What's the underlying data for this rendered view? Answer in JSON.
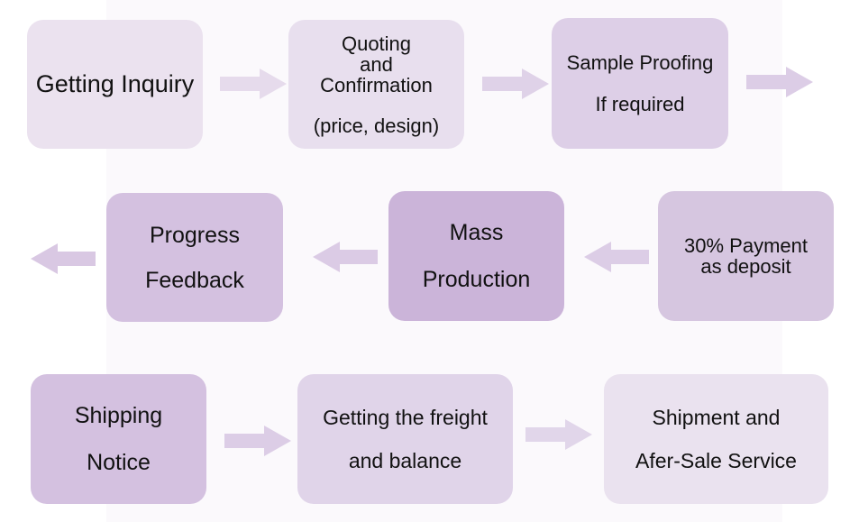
{
  "colors": {
    "box_light": "#ebe2ef",
    "box_mid": "#e0d3e8",
    "box_medium": "#d9c8e3",
    "box_strong": "#d2bddf",
    "box_dark": "#c8b3da",
    "arrow": "#dccde6"
  },
  "steps": {
    "getting_inquiry": {
      "line1": "Getting Inquiry"
    },
    "quoting": {
      "line1": "Quoting",
      "line2": "and",
      "line3": "Confirmation",
      "line4": "(price, design)"
    },
    "sample_proofing": {
      "line1": "Sample Proofing",
      "line2": "If required"
    },
    "payment_deposit": {
      "line1": "30% Payment",
      "line2": "as deposit"
    },
    "mass_production": {
      "line1": "Mass",
      "line2": "Production"
    },
    "progress_feedback": {
      "line1": "Progress",
      "line2": "Feedback"
    },
    "shipping_notice": {
      "line1": "Shipping",
      "line2": "Notice"
    },
    "freight_balance": {
      "line1": "Getting the freight",
      "line2": "and balance"
    },
    "shipment_service": {
      "line1": "Shipment and",
      "line2": "Afer-Sale Service"
    }
  },
  "arrow_icons": [
    "arrow-right-icon",
    "arrow-left-icon"
  ]
}
